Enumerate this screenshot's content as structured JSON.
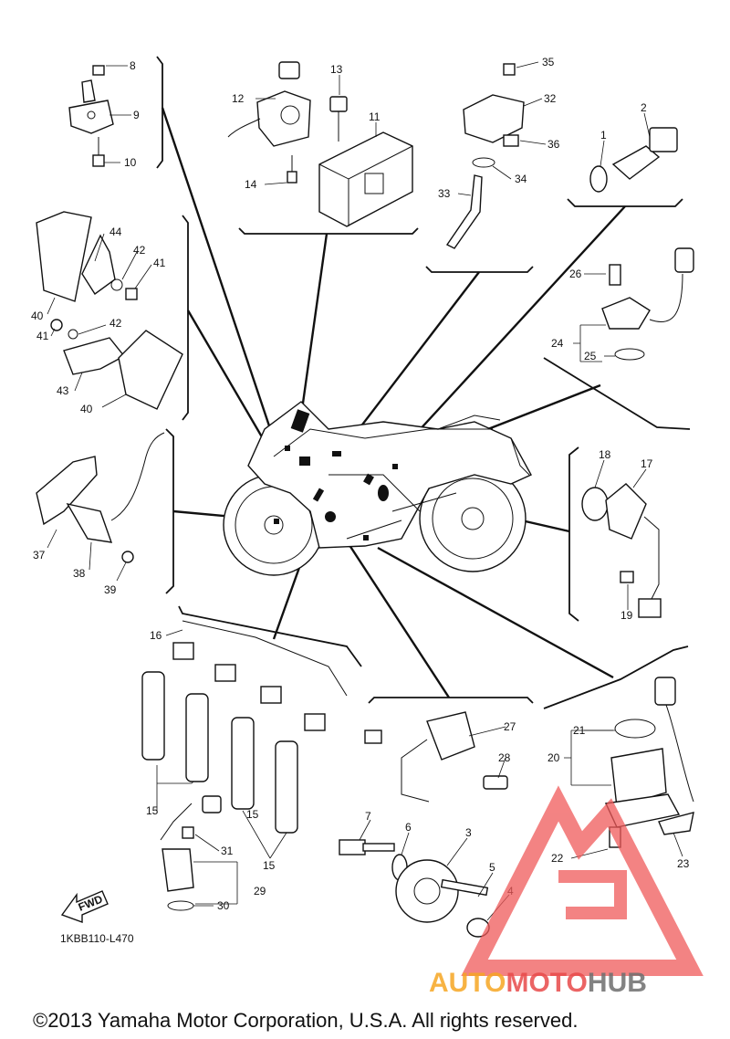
{
  "diagram": {
    "reference_code": "1KBB110-L470",
    "fwd_label": "FWD",
    "copyright": "©2013 Yamaha Motor Corporation, U.S.A. All rights reserved.",
    "part_numbers": [
      "1",
      "2",
      "3",
      "4",
      "5",
      "6",
      "7",
      "8",
      "9",
      "10",
      "11",
      "12",
      "13",
      "14",
      "15",
      "15",
      "15",
      "16",
      "17",
      "18",
      "19",
      "20",
      "21",
      "22",
      "23",
      "24",
      "25",
      "26",
      "27",
      "28",
      "29",
      "30",
      "31",
      "32",
      "33",
      "34",
      "35",
      "36",
      "37",
      "38",
      "39",
      "40",
      "40",
      "41",
      "41",
      "42",
      "42",
      "43",
      "44"
    ]
  },
  "watermark": {
    "part1": "AUTO",
    "part2": "MOTO",
    "part3": "HUB",
    "colors": {
      "auto": "#f6a623",
      "moto": "#e84a4a",
      "hub": "#6e6e6e",
      "logo": "#f05a5a"
    }
  }
}
